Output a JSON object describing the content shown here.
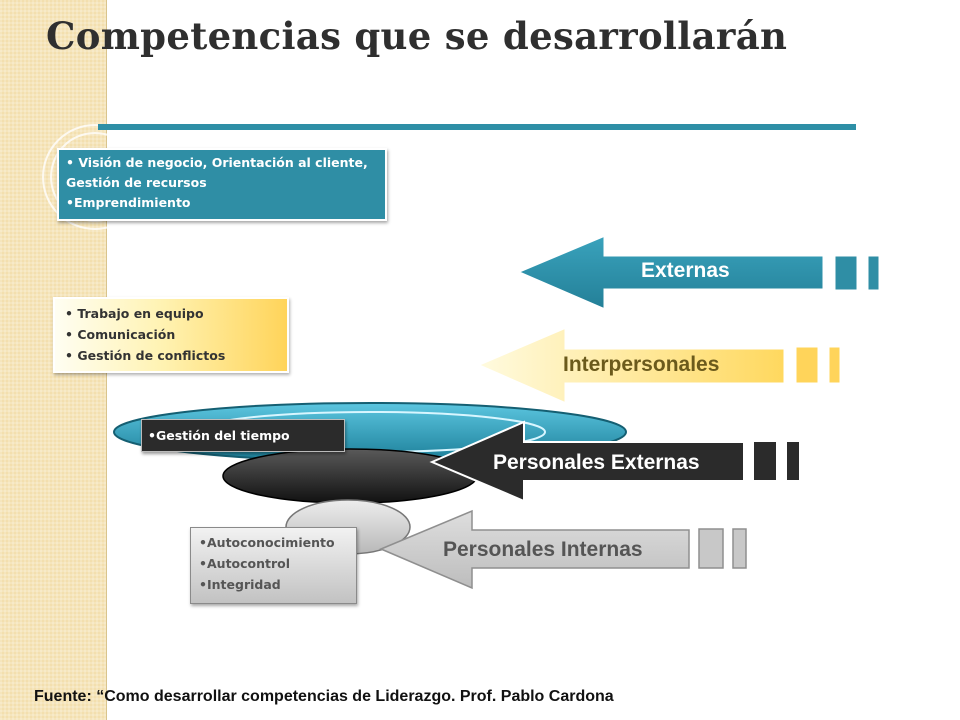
{
  "title": "Competencias que se desarrollarán",
  "levels": {
    "externas": {
      "label": "Externas",
      "items": [
        "• Visión de negocio, Orientación al cliente, Gestión de recursos",
        "•Emprendimiento"
      ],
      "color": "#2f8ea5"
    },
    "interpersonales": {
      "label": "Interpersonales",
      "items": [
        "• Trabajo en equipo",
        "• Comunicación",
        "• Gestión de conflictos"
      ],
      "color": "#ffd45a"
    },
    "personales_externas": {
      "label": "Personales Externas",
      "items": [
        "•Gestión del tiempo"
      ],
      "color": "#2b2b2b"
    },
    "personales_internas": {
      "label": "Personales Internas",
      "items": [
        "•Autoconocimiento",
        "•Autocontrol",
        "•Integridad"
      ],
      "color": "#c8c8c8"
    }
  },
  "footer": {
    "prefix": "Fuente: ",
    "text": "“Como desarrollar competencias de Liderazgo. Prof. Pablo Cardona"
  }
}
